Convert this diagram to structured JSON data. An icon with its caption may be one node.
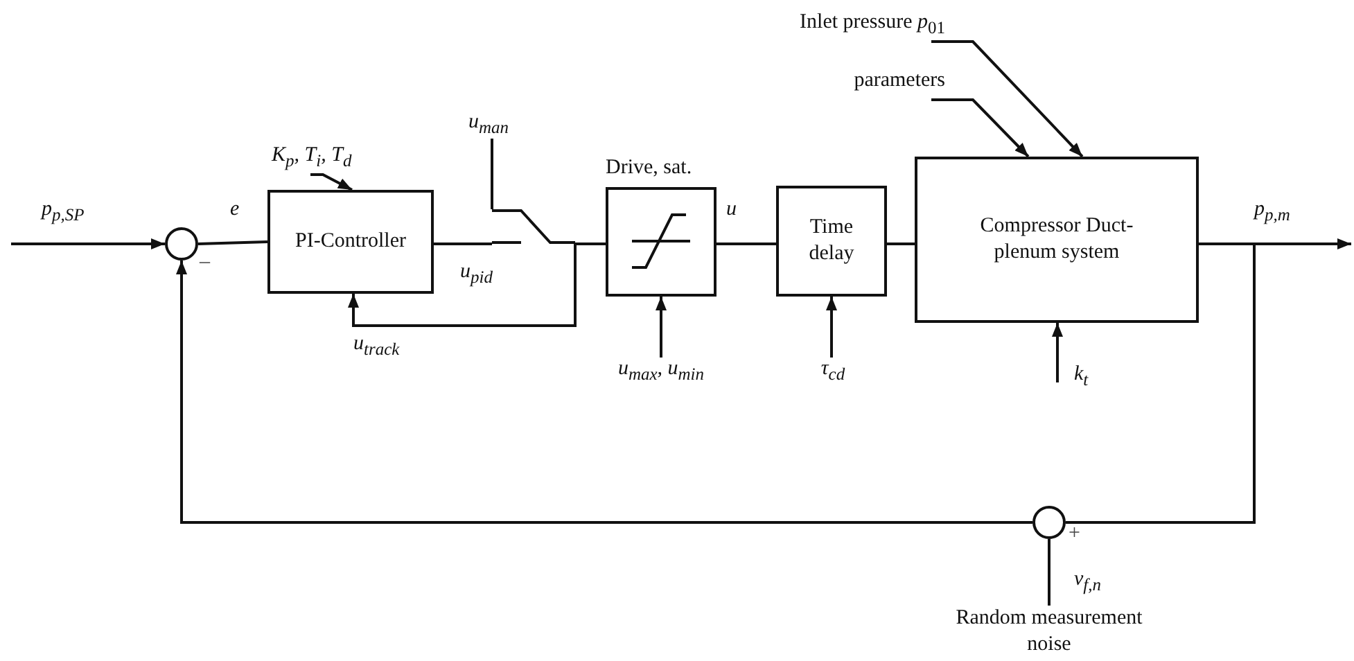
{
  "diagram": {
    "nodes": [
      {
        "text": [
          "Inlet pressure *p*$_{01}$"
        ]
      },
      {
        "text": [
          "parameters"
        ]
      },
      {
        "text": [
          "K$_{p}$, T$_{i}$, T$_{d}$"
        ]
      },
      {
        "text": [
          "u$_{man}$"
        ]
      },
      {
        "text": [],
        "shape": "circle",
        "beside": [
          "–"
        ]
      },
      {
        "text": [
          "PI-Controller"
        ]
      },
      {
        "text": [],
        "shape": "switch"
      },
      {
        "text": [
          "Drive, sat."
        ]
      },
      {
        "text": [
          "Time delay"
        ]
      },
      {
        "text": [
          "Compressor Duct-plenum system"
        ]
      },
      {
        "text": [
          "u$_{max}$, u$_{min}$"
        ]
      },
      {
        "text": [
          "τ$_{cd}$"
        ]
      },
      {
        "text": [],
        "shape": "circle",
        "beside": [
          "+"
        ]
      },
      {
        "text": [
          "Random measurement noise"
        ]
      }
    ],
    "edges": [
      {
        "from": null,
        "to": 4,
        "arrow": "to",
        "label": "p$_{p,SP}$"
      },
      {
        "from": 4,
        "to": 5,
        "arrow": "none",
        "label": "e"
      },
      {
        "from": 2,
        "to": 5,
        "arrow": "to"
      },
      {
        "from": 5,
        "to": 6,
        "arrow": "none",
        "label": "u$_{pid}$"
      },
      {
        "from": 3,
        "to": 6,
        "arrow": "none"
      },
      {
        "from": 6,
        "to": 7,
        "arrow": "none"
      },
      {
        "from": 6,
        "to": 5,
        "arrow": "to",
        "label": "u$_{track}$"
      },
      {
        "from": 7,
        "to": 8,
        "arrow": "none",
        "label": "u"
      },
      {
        "from": 10,
        "to": 7,
        "arrow": "to"
      },
      {
        "from": 8,
        "to": 9,
        "arrow": "none"
      },
      {
        "from": 11,
        "to": 8,
        "arrow": "to"
      },
      {
        "from": 1,
        "to": 9,
        "arrow": "to"
      },
      {
        "from": 0,
        "to": 9,
        "arrow": "to"
      },
      {
        "from": null,
        "to": 9,
        "arrow": "to",
        "label": "k$_{t}$"
      },
      {
        "from": 9,
        "to": null,
        "arrow": "to",
        "label": "p$_{p,m}$"
      },
      {
        "from": 9,
        "to": 12,
        "arrow": "none"
      },
      {
        "from": 12,
        "to": 4,
        "arrow": "to"
      },
      {
        "from": 13,
        "to": 12,
        "arrow": "none",
        "label": "v$_{f,n}$"
      }
    ]
  }
}
